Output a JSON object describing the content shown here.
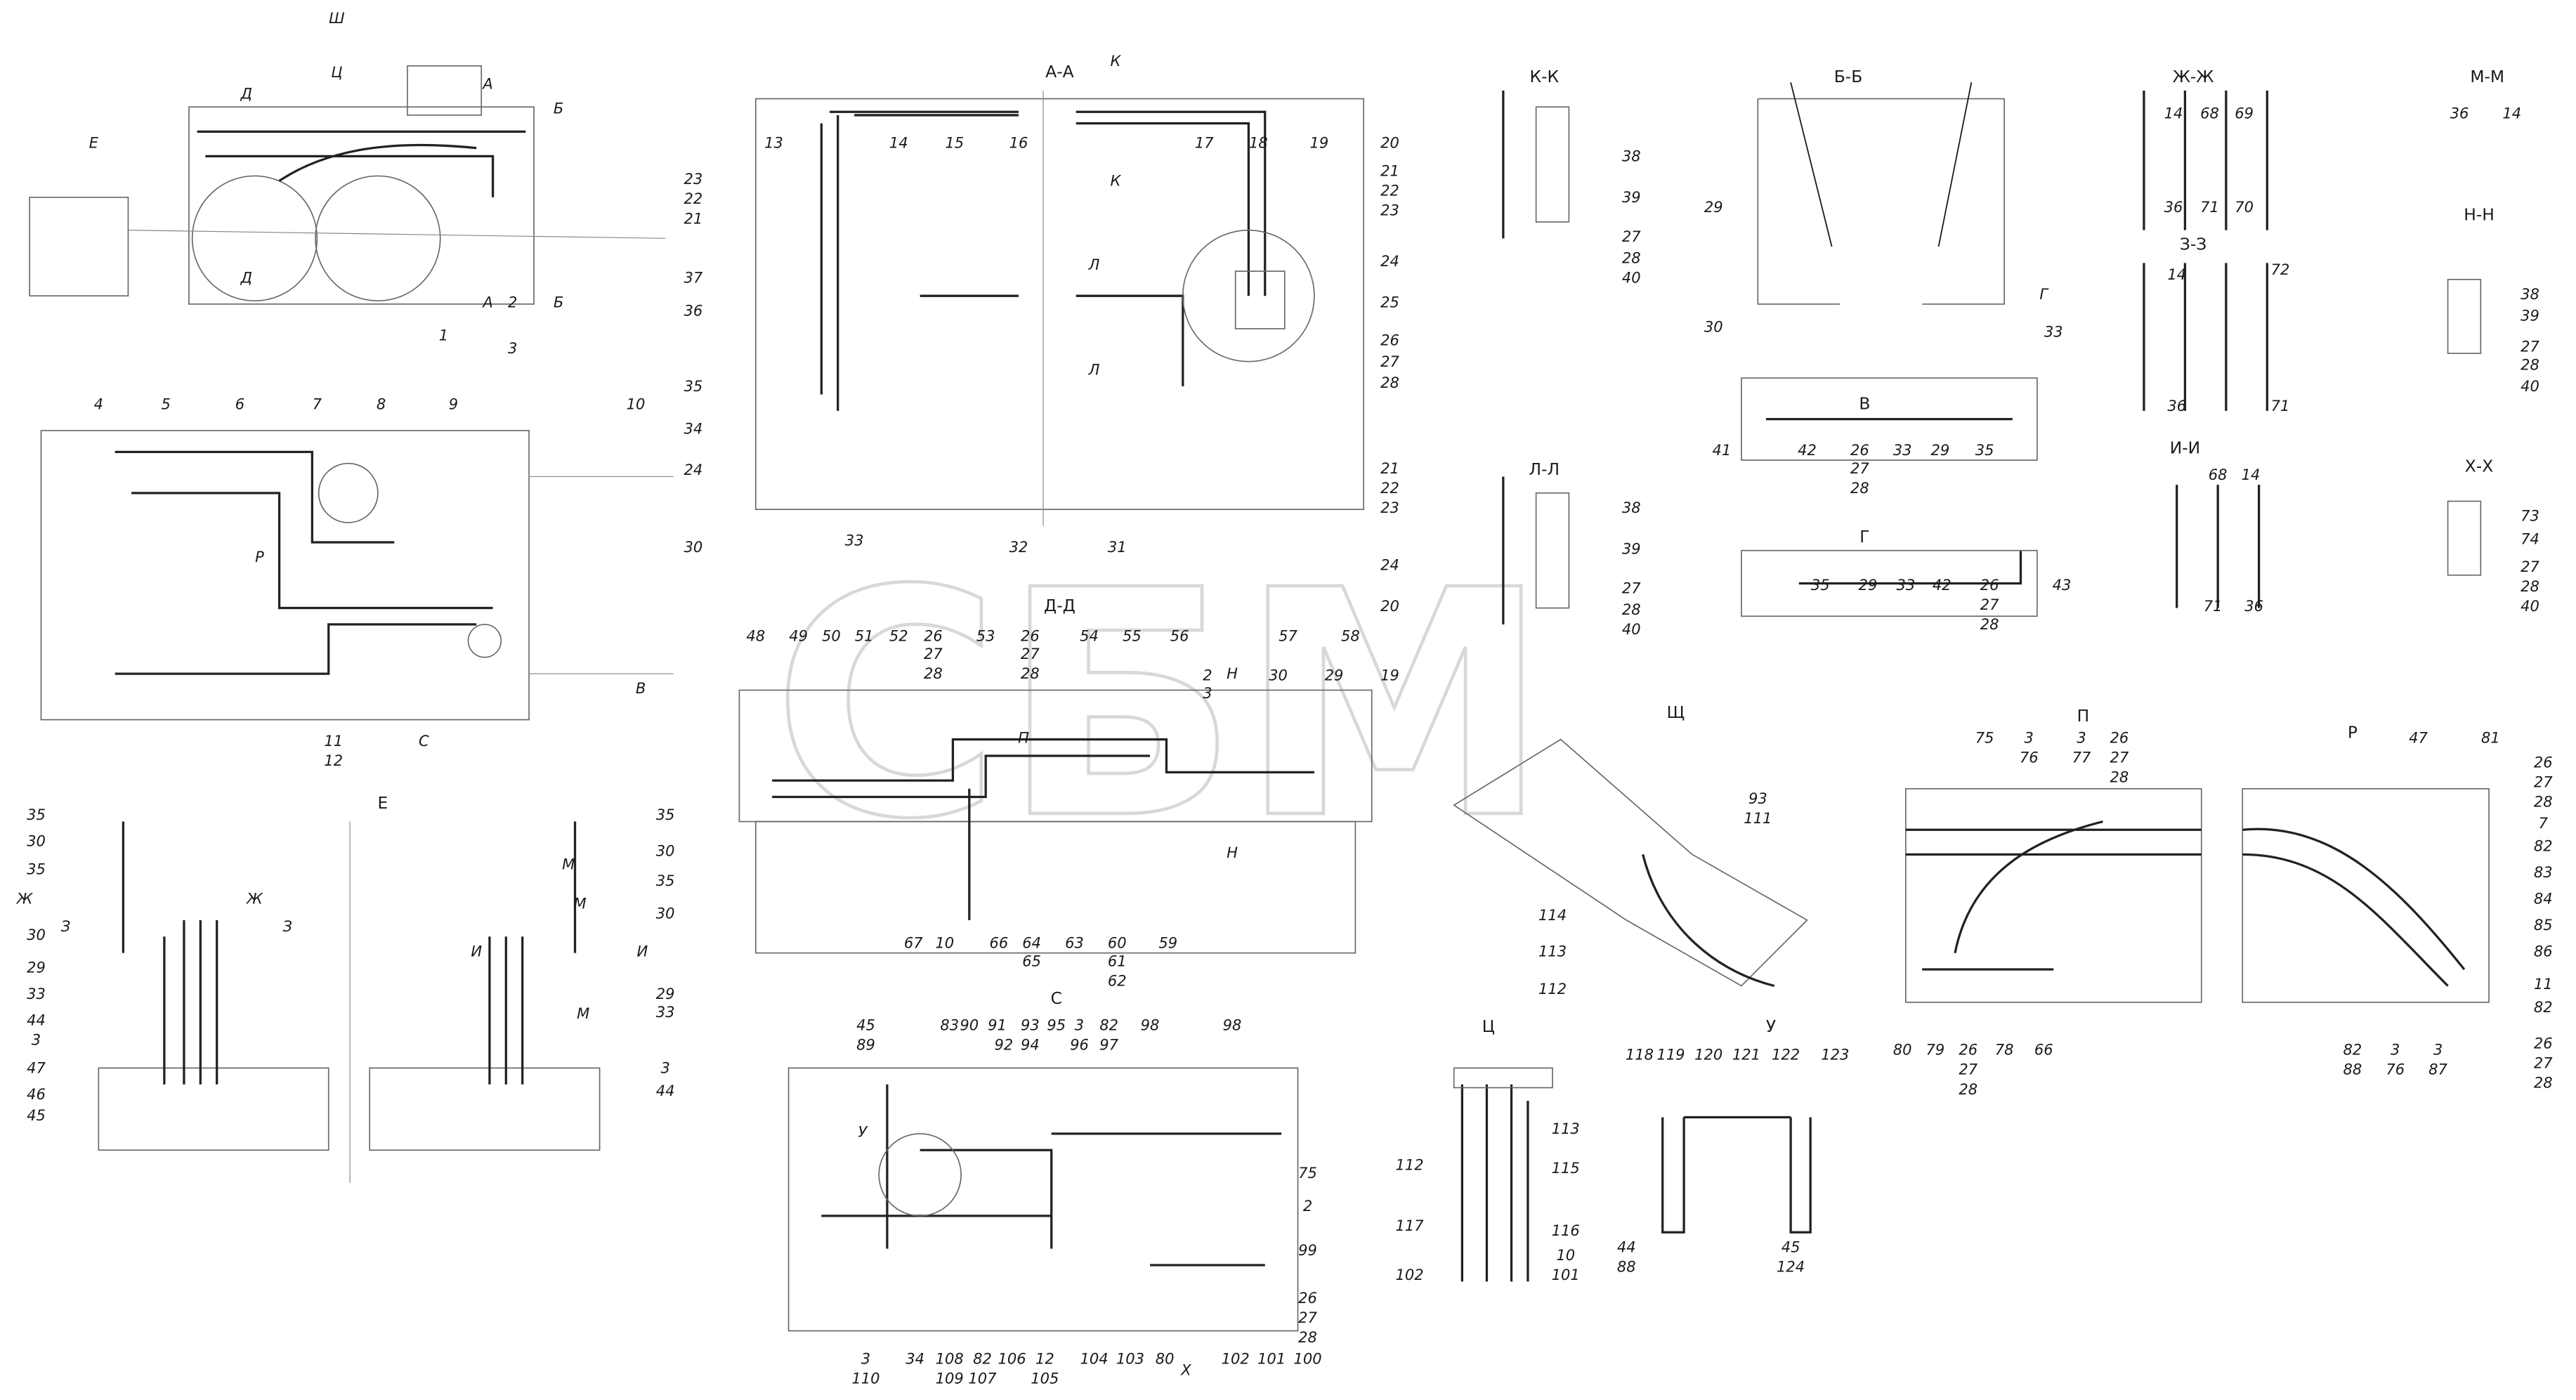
{
  "watermark": "СБМ",
  "titles": [
    "А-А",
    "К-К",
    "Б-Б",
    "Ж-Ж",
    "М-М",
    "З-З",
    "Н-Н",
    "Л-Л",
    "В",
    "Г",
    "И-И",
    "Х-Х",
    "Д-Д",
    "Щ",
    "П",
    "Р",
    "Е",
    "С",
    "Ц",
    "У"
  ],
  "labels": [
    "Ш",
    "Ц",
    "Д",
    "А",
    "Б",
    "Е",
    "Д",
    "А",
    "Б",
    "1",
    "2",
    "3",
    "4",
    "5",
    "6",
    "7",
    "8",
    "9",
    "10",
    "Р",
    "11",
    "12",
    "С",
    "В",
    "35",
    "30",
    "35",
    "30",
    "29",
    "33",
    "44",
    "3",
    "47",
    "46",
    "45",
    "Ж",
    "З",
    "Ж",
    "З",
    "35",
    "30",
    "35",
    "30",
    "29",
    "33",
    "3",
    "44",
    "М",
    "М",
    "И",
    "И",
    "М",
    "13",
    "14",
    "15",
    "16",
    "23",
    "22",
    "21",
    "37",
    "36",
    "35",
    "34",
    "24",
    "30",
    "33",
    "32",
    "31",
    "К",
    "К",
    "17",
    "18",
    "19",
    "20",
    "21",
    "22",
    "23",
    "24",
    "25",
    "26",
    "27",
    "28",
    "21",
    "22",
    "23",
    "24",
    "20",
    "19",
    "29",
    "30",
    "2",
    "3",
    "Л",
    "Л",
    "38",
    "39",
    "27",
    "28",
    "40",
    "38",
    "39",
    "27",
    "28",
    "40",
    "29",
    "30",
    "Г",
    "33",
    "41",
    "42",
    "26",
    "27",
    "28",
    "33",
    "29",
    "35",
    "35",
    "29",
    "33",
    "42",
    "26",
    "27",
    "28",
    "43",
    "14",
    "68",
    "69",
    "36",
    "71",
    "70",
    "36",
    "14",
    "14",
    "72",
    "36",
    "71",
    "38",
    "39",
    "27",
    "28",
    "40",
    "68",
    "14",
    "71",
    "36",
    "73",
    "74",
    "27",
    "28",
    "40",
    "48",
    "49",
    "50",
    "51",
    "52",
    "26",
    "27",
    "28",
    "53",
    "26",
    "27",
    "28",
    "54",
    "55",
    "56",
    "57",
    "58",
    "П",
    "Н",
    "Н",
    "67",
    "10",
    "66",
    "64",
    "65",
    "63",
    "60",
    "61",
    "62",
    "59",
    "93",
    "111",
    "114",
    "113",
    "112",
    "75",
    "3",
    "76",
    "3",
    "77",
    "26",
    "27",
    "28",
    "80",
    "79",
    "26",
    "27",
    "28",
    "78",
    "66",
    "47",
    "81",
    "26",
    "27",
    "28",
    "7",
    "82",
    "83",
    "84",
    "85",
    "86",
    "11",
    "82",
    "26",
    "27",
    "28",
    "82",
    "88",
    "3",
    "76",
    "3",
    "87",
    "45",
    "89",
    "83",
    "90",
    "91",
    "92",
    "93",
    "94",
    "95",
    "3",
    "96",
    "82",
    "97",
    "98",
    "98",
    "У",
    "75",
    "2",
    "99",
    "26",
    "27",
    "28",
    "3",
    "110",
    "34",
    "108",
    "109",
    "82",
    "107",
    "106",
    "12",
    "105",
    "104",
    "103",
    "80",
    "Х",
    "102",
    "101",
    "100",
    "113",
    "112",
    "115",
    "117",
    "116",
    "10",
    "102",
    "101",
    "118",
    "119",
    "120",
    "121",
    "122",
    "123",
    "44",
    "88",
    "45",
    "124"
  ]
}
